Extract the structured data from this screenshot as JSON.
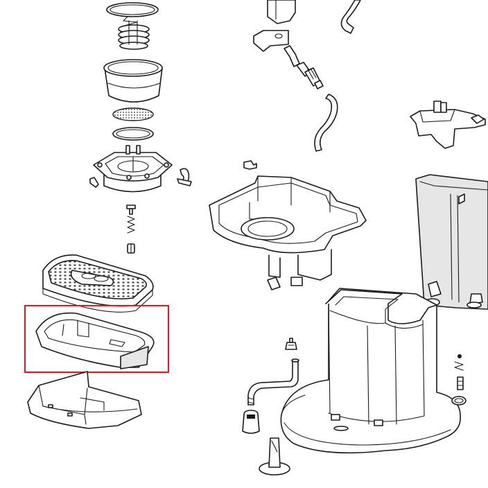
{
  "highlight": {
    "color": "#c0282d",
    "target": "drip-tray"
  },
  "parts": [
    "gasket-ring",
    "spring",
    "filter-basket",
    "mesh-filter",
    "seal-ring",
    "boiler-head",
    "side-clip",
    "small-clip",
    "screw",
    "valve-spring",
    "nut",
    "drip-tray-grid",
    "drip-tray",
    "tray-base",
    "pump-bracket",
    "elbow",
    "pipe-connector",
    "hose-top",
    "hose-right",
    "clip-left",
    "base-frame",
    "water-tank-lid",
    "water-tank",
    "housing",
    "steam-knob",
    "steam-pipe",
    "knob-cap",
    "foot",
    "small-parts-right"
  ]
}
